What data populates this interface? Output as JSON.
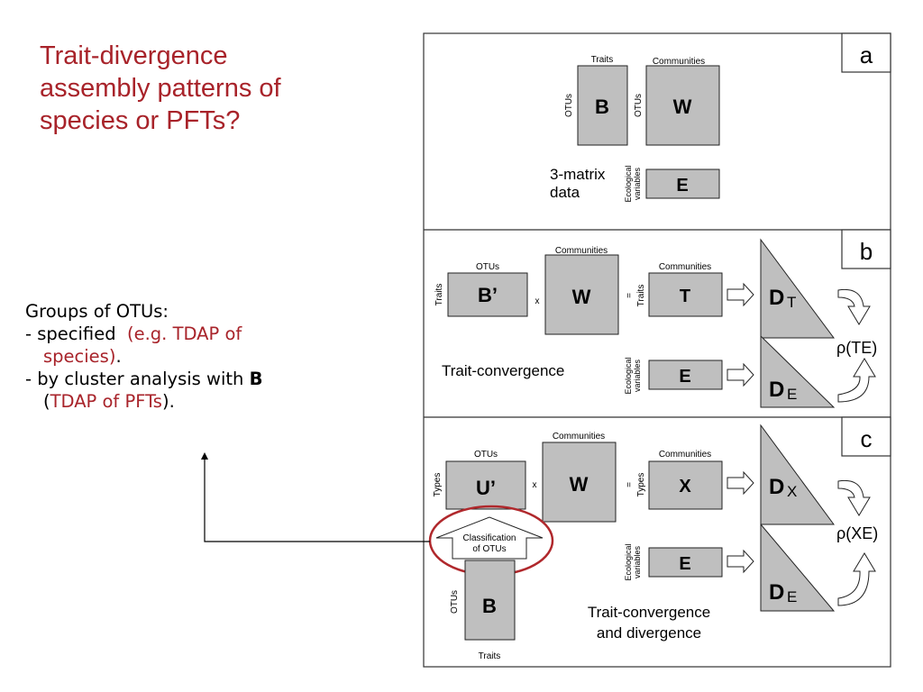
{
  "title": {
    "lines": [
      "Trait-divergence",
      "assembly patterns of",
      "species or PFTs?"
    ]
  },
  "groups": {
    "heading": "Groups of OTUs:",
    "item1_prefix": "- specified",
    "item1_red": "(e.g. TDAP of",
    "item1_red2": "species)",
    "item1_end": ".",
    "item2_prefix": "- by cluster analysis with",
    "item2_bold": "B",
    "item2_open": "(",
    "item2_red": "TDAP of PFTs",
    "item2_close": ")."
  },
  "panel_a": {
    "letter": "a",
    "label_traits": "Traits",
    "label_communities": "Communities",
    "label_otus_1": "OTUs",
    "label_otus_2": "OTUs",
    "matrix_b": "B",
    "matrix_w": "W",
    "matrix_e": "E",
    "data_line1": "3-matrix",
    "data_line2": "data",
    "eco_line1": "Ecological",
    "eco_line2": "variables"
  },
  "panel_b": {
    "letter": "b",
    "label_otus": "OTUs",
    "label_traits_left": "Traits",
    "label_communities_w": "Communities",
    "label_communities_t": "Communities",
    "label_traits_t": "Traits",
    "matrix_b": "B’",
    "matrix_w": "W",
    "matrix_t": "T",
    "matrix_e": "E",
    "op_x": "x",
    "op_eq": "=",
    "tri_t_main": "D",
    "tri_t_sub": "T",
    "tri_e_main": "D",
    "tri_e_sub": "E",
    "rho": "ρ(TE)",
    "caption": "Trait-convergence",
    "eco_line1": "Ecological",
    "eco_line2": "variables"
  },
  "panel_c": {
    "letter": "c",
    "label_otus": "OTUs",
    "label_types_left": "Types",
    "label_communities_w": "Communities",
    "label_communities_x": "Communities",
    "label_types_x": "Types",
    "matrix_u": "U’",
    "matrix_w": "W",
    "matrix_x": "X",
    "matrix_e": "E",
    "matrix_b": "B",
    "op_x": "x",
    "op_eq": "=",
    "classification_line1": "Classification",
    "classification_line2": "of OTUs",
    "label_otus_b": "OTUs",
    "label_traits_b": "Traits",
    "tri_x_main": "D",
    "tri_x_sub": "X",
    "tri_e_main": "D",
    "tri_e_sub": "E",
    "rho": "ρ(XE)",
    "caption_line1": "Trait-convergence",
    "caption_line2": "and divergence",
    "eco_line1": "Ecological",
    "eco_line2": "variables"
  },
  "colors": {
    "title_red": "#a8232a",
    "matrix_fill": "#bfbfbf",
    "highlight_ellipse": "#b0282c"
  }
}
